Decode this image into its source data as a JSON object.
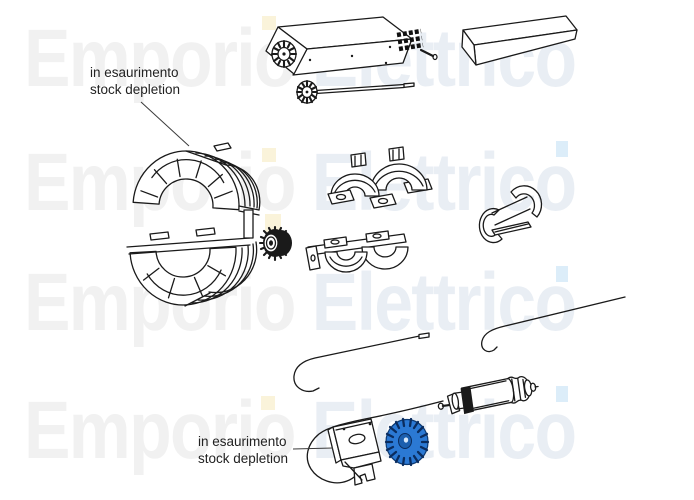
{
  "title": "exploded spare parts diagram",
  "watermark": {
    "word1": "Emporio",
    "word2": "Elettrico",
    "word1_color": "#f1f1f1",
    "word2_color": "#e9eef4",
    "accent_yellow": "#faf3da",
    "accent_blue": "#dcedf9",
    "rows": 4
  },
  "annotations": {
    "note_top": {
      "line1": "in esaurimento",
      "line2": "stock depletion"
    },
    "note_bottom": {
      "line1": "in esaurimento",
      "line2": "stock depletion"
    }
  },
  "diagram": {
    "line_color": "#1a1a1a",
    "highlighted_part_color": "#2b79d4",
    "parts": [
      "motor-drive-unit",
      "drive-shaft-with-gear",
      "cover-channel",
      "drum-adapter-top-shell",
      "drum-adapter-bottom-shell",
      "pinion-gear",
      "support-clamp-top-half",
      "support-clamp-bottom-half",
      "adapter-sleeve-clip",
      "hook-rod-long",
      "hook-rod-short",
      "capacitor-with-cable",
      "mounting-bracket",
      "limit-dial-blue"
    ]
  }
}
